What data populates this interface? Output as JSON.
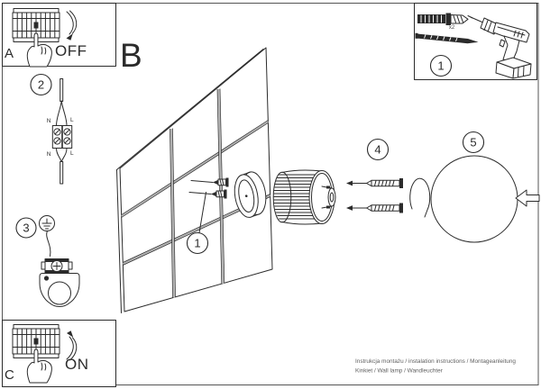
{
  "doc": {
    "section_b_label": "B",
    "footer_line1": "Instrukcja montażu / instalation instructions / Montageanleitung",
    "footer_line2": "Kinkiet / Wall lamp / Wandleuchter"
  },
  "power_off_panel": {
    "letter": "A",
    "label": "OFF"
  },
  "power_on_panel": {
    "letter": "C",
    "label": "ON"
  },
  "tools_panel": {
    "step_number": "1",
    "anchor_quantity": "x2"
  },
  "step_badges": {
    "one": "1",
    "two": "2",
    "three": "3",
    "four": "4",
    "five": "5"
  },
  "wiring": {
    "n_top": "N",
    "l_top": "L",
    "n_bottom": "N",
    "l_bottom": "L"
  },
  "colors": {
    "ink": "#2b2b2b",
    "muted_text": "#5f5f5f",
    "seam": "#b3b3b3"
  }
}
